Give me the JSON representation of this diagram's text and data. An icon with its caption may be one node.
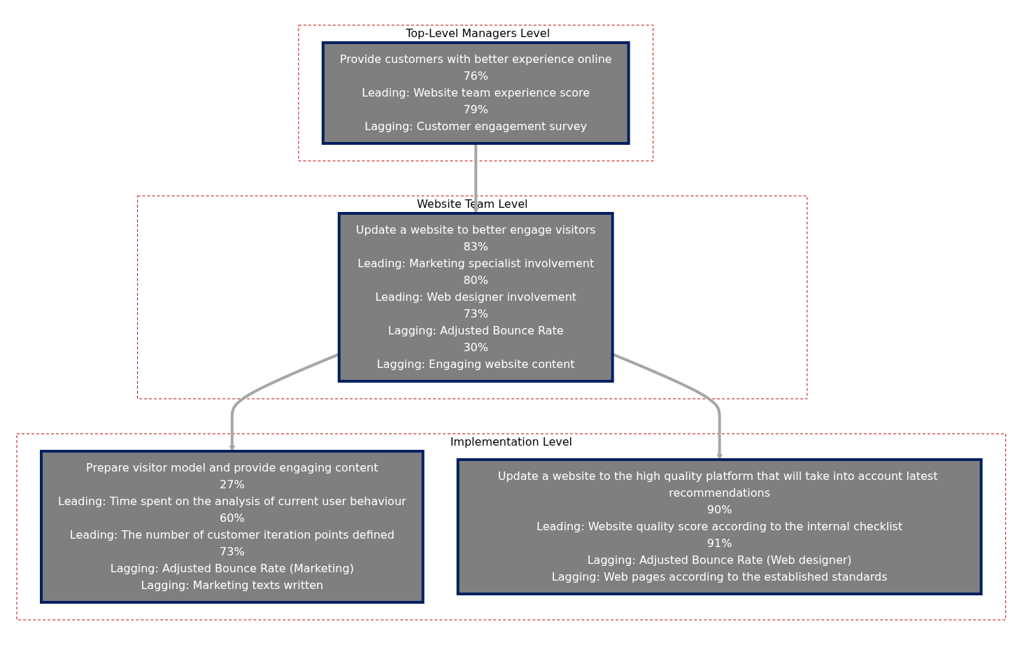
{
  "diagram": {
    "nodes": [
      {
        "text": [
          "Top-Level Managers Level"
        ]
      },
      {
        "text": [
          "Provide customers with better experience online",
          "76%",
          "Leading: Website team experience score",
          "79%",
          "Lagging: Customer engagement survey"
        ],
        "in": 0
      },
      {
        "text": [
          "Website Team Level"
        ]
      },
      {
        "text": [
          "Update a website to better engage visitors",
          "83%",
          "Leading: Marketing specialist involvement",
          "80%",
          "Leading: Web designer involvement",
          "73%",
          "Lagging: Adjusted Bounce Rate",
          "30%",
          "Lagging: Engaging website content"
        ],
        "in": 2
      },
      {
        "text": [
          "Implementation Level"
        ]
      },
      {
        "text": [
          "Prepare visitor model and provide engaging content",
          "27%",
          "Leading: Time spent on the analysis of current user behaviour",
          "60%",
          "Leading: The number of customer iteration points defined",
          "73%",
          "Lagging: Adjusted Bounce Rate (Marketing)",
          "Lagging: Marketing texts written"
        ],
        "in": 4
      },
      {
        "text": [
          "Update a website to the high quality platform that will take into account latest recommendations",
          "90%",
          "Leading: Website quality score according to the internal checklist",
          "91%",
          "Lagging: Adjusted Bounce Rate (Web designer)",
          "Lagging: Web pages according to the established standards"
        ],
        "in": 4
      }
    ],
    "edges": [
      {
        "from": 1,
        "to": 3,
        "arrow": "to"
      },
      {
        "from": 3,
        "to": 5,
        "arrow": "to"
      },
      {
        "from": 3,
        "to": 6,
        "arrow": "to"
      }
    ]
  }
}
